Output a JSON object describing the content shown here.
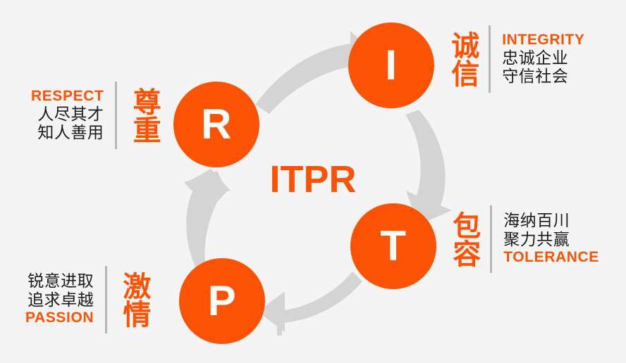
{
  "canvas": {
    "background_color": "#f4f4f4",
    "accent_color": "#fb5204",
    "arrow_color": "#d4d4d4",
    "divider_color": "#b7b7b7",
    "body_text_color": "#1a1a1a"
  },
  "center": {
    "acronym": "ITPR"
  },
  "nodes": [
    {
      "key": "i",
      "letter": "I"
    },
    {
      "key": "t",
      "letter": "T"
    },
    {
      "key": "p",
      "letter": "P"
    },
    {
      "key": "r",
      "letter": "R"
    }
  ],
  "values": {
    "respect": {
      "english": "RESPECT",
      "chinese_title": "尊重",
      "lines": [
        "人尽其才",
        "知人善用"
      ]
    },
    "integrity": {
      "english": "INTEGRITY",
      "chinese_title": "诚信",
      "lines": [
        "忠诚企业",
        "守信社会"
      ]
    },
    "tolerance": {
      "english": "TOLERANCE",
      "chinese_title": "包容",
      "lines": [
        "海纳百川",
        "聚力共赢"
      ]
    },
    "passion": {
      "english": "PASSION",
      "chinese_title": "激情",
      "lines": [
        "锐意进取",
        "追求卓越"
      ]
    }
  },
  "arrows": [
    {
      "name": "arrow-r-to-i",
      "from": "R",
      "to": "I"
    },
    {
      "name": "arrow-i-to-t",
      "from": "I",
      "to": "T"
    },
    {
      "name": "arrow-t-to-p",
      "from": "T",
      "to": "P"
    },
    {
      "name": "arrow-p-to-r",
      "from": "P",
      "to": "R"
    }
  ]
}
